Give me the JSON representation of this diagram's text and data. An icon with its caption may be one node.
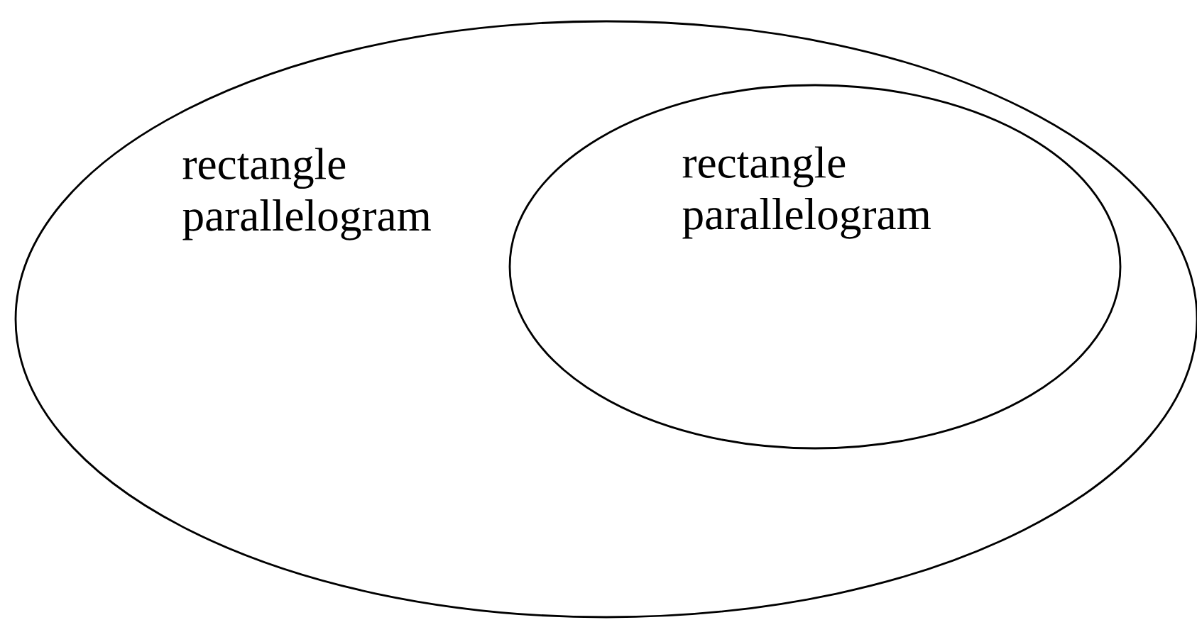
{
  "diagram": {
    "nodes": [
      {
        "text": [
          "rectangle parallelogram"
        ]
      },
      {
        "text": [
          "rectangle parallelogram"
        ],
        "in": 0
      }
    ]
  }
}
